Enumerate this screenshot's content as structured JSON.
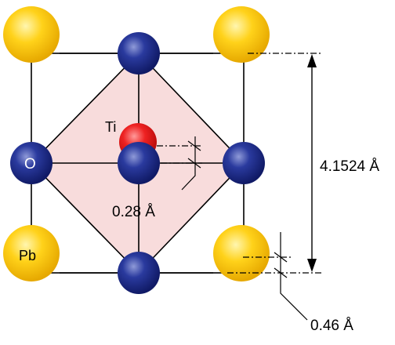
{
  "labels": {
    "ti": "Ti",
    "o": "O",
    "pb": "Pb",
    "ti_offset": "0.28 Å",
    "lattice_param": "4.1524 Å",
    "pb_offset": "0.46 Å"
  },
  "colors": {
    "pb": "#f5c400",
    "o": "#1c2a8c",
    "ti": "#e01818",
    "octahedron": "#f8d8d8",
    "line": "#000000"
  }
}
